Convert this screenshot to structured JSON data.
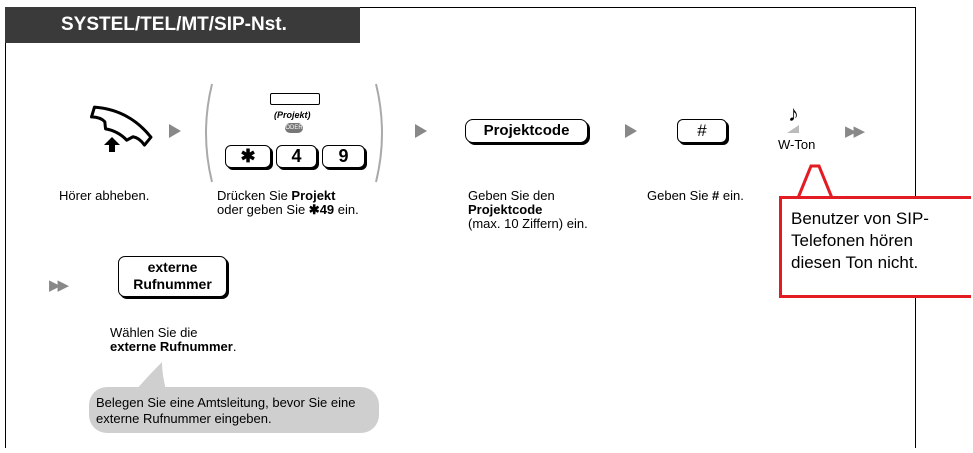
{
  "header": {
    "title": "SYSTEL/TEL/MT/SIP-Nst."
  },
  "steps": {
    "lift": {
      "text": "Hörer abheben."
    },
    "press": {
      "key_label": "(Projekt)",
      "or_label": "ODER",
      "keys": [
        "✱",
        "4",
        "9"
      ],
      "text_prefix": "Drücken Sie ",
      "text_bold": "Projekt",
      "text_line2_prefix": "oder geben Sie ",
      "text_line2_bold": "✱49",
      "text_line2_suffix": " ein."
    },
    "code": {
      "key_label": "Projektcode",
      "text_line1": "Geben Sie den",
      "text_bold": "Projektcode",
      "text_line3": "(max. 10 Ziffern) ein."
    },
    "hash": {
      "key_label": "#",
      "text_prefix": "Geben Sie ",
      "text_bold": "#",
      "text_suffix": " ein."
    },
    "tone": {
      "note": "♪",
      "label": "W-Ton"
    },
    "dial": {
      "key_line1": "externe",
      "key_line2": "Rufnummer",
      "text_line1": "Wählen Sie die",
      "text_bold": "externe Rufnummer",
      "text_suffix": "."
    }
  },
  "callout": {
    "text": "Benutzer von SIP-Telefonen hören diesen Ton nicht."
  },
  "bubble": {
    "text": "Belegen Sie eine Amtsleitung, bevor Sie eine externe Rufnummer eingeben."
  },
  "colors": {
    "header_bg": "#3a3a3a",
    "callout_border": "#e31b23",
    "arrow": "#888888",
    "bubble_bg": "#cfcfcf"
  },
  "icons": [
    "handset-off-hook-icon",
    "note-icon",
    "arrow-right-icon",
    "double-arrow-icon"
  ]
}
